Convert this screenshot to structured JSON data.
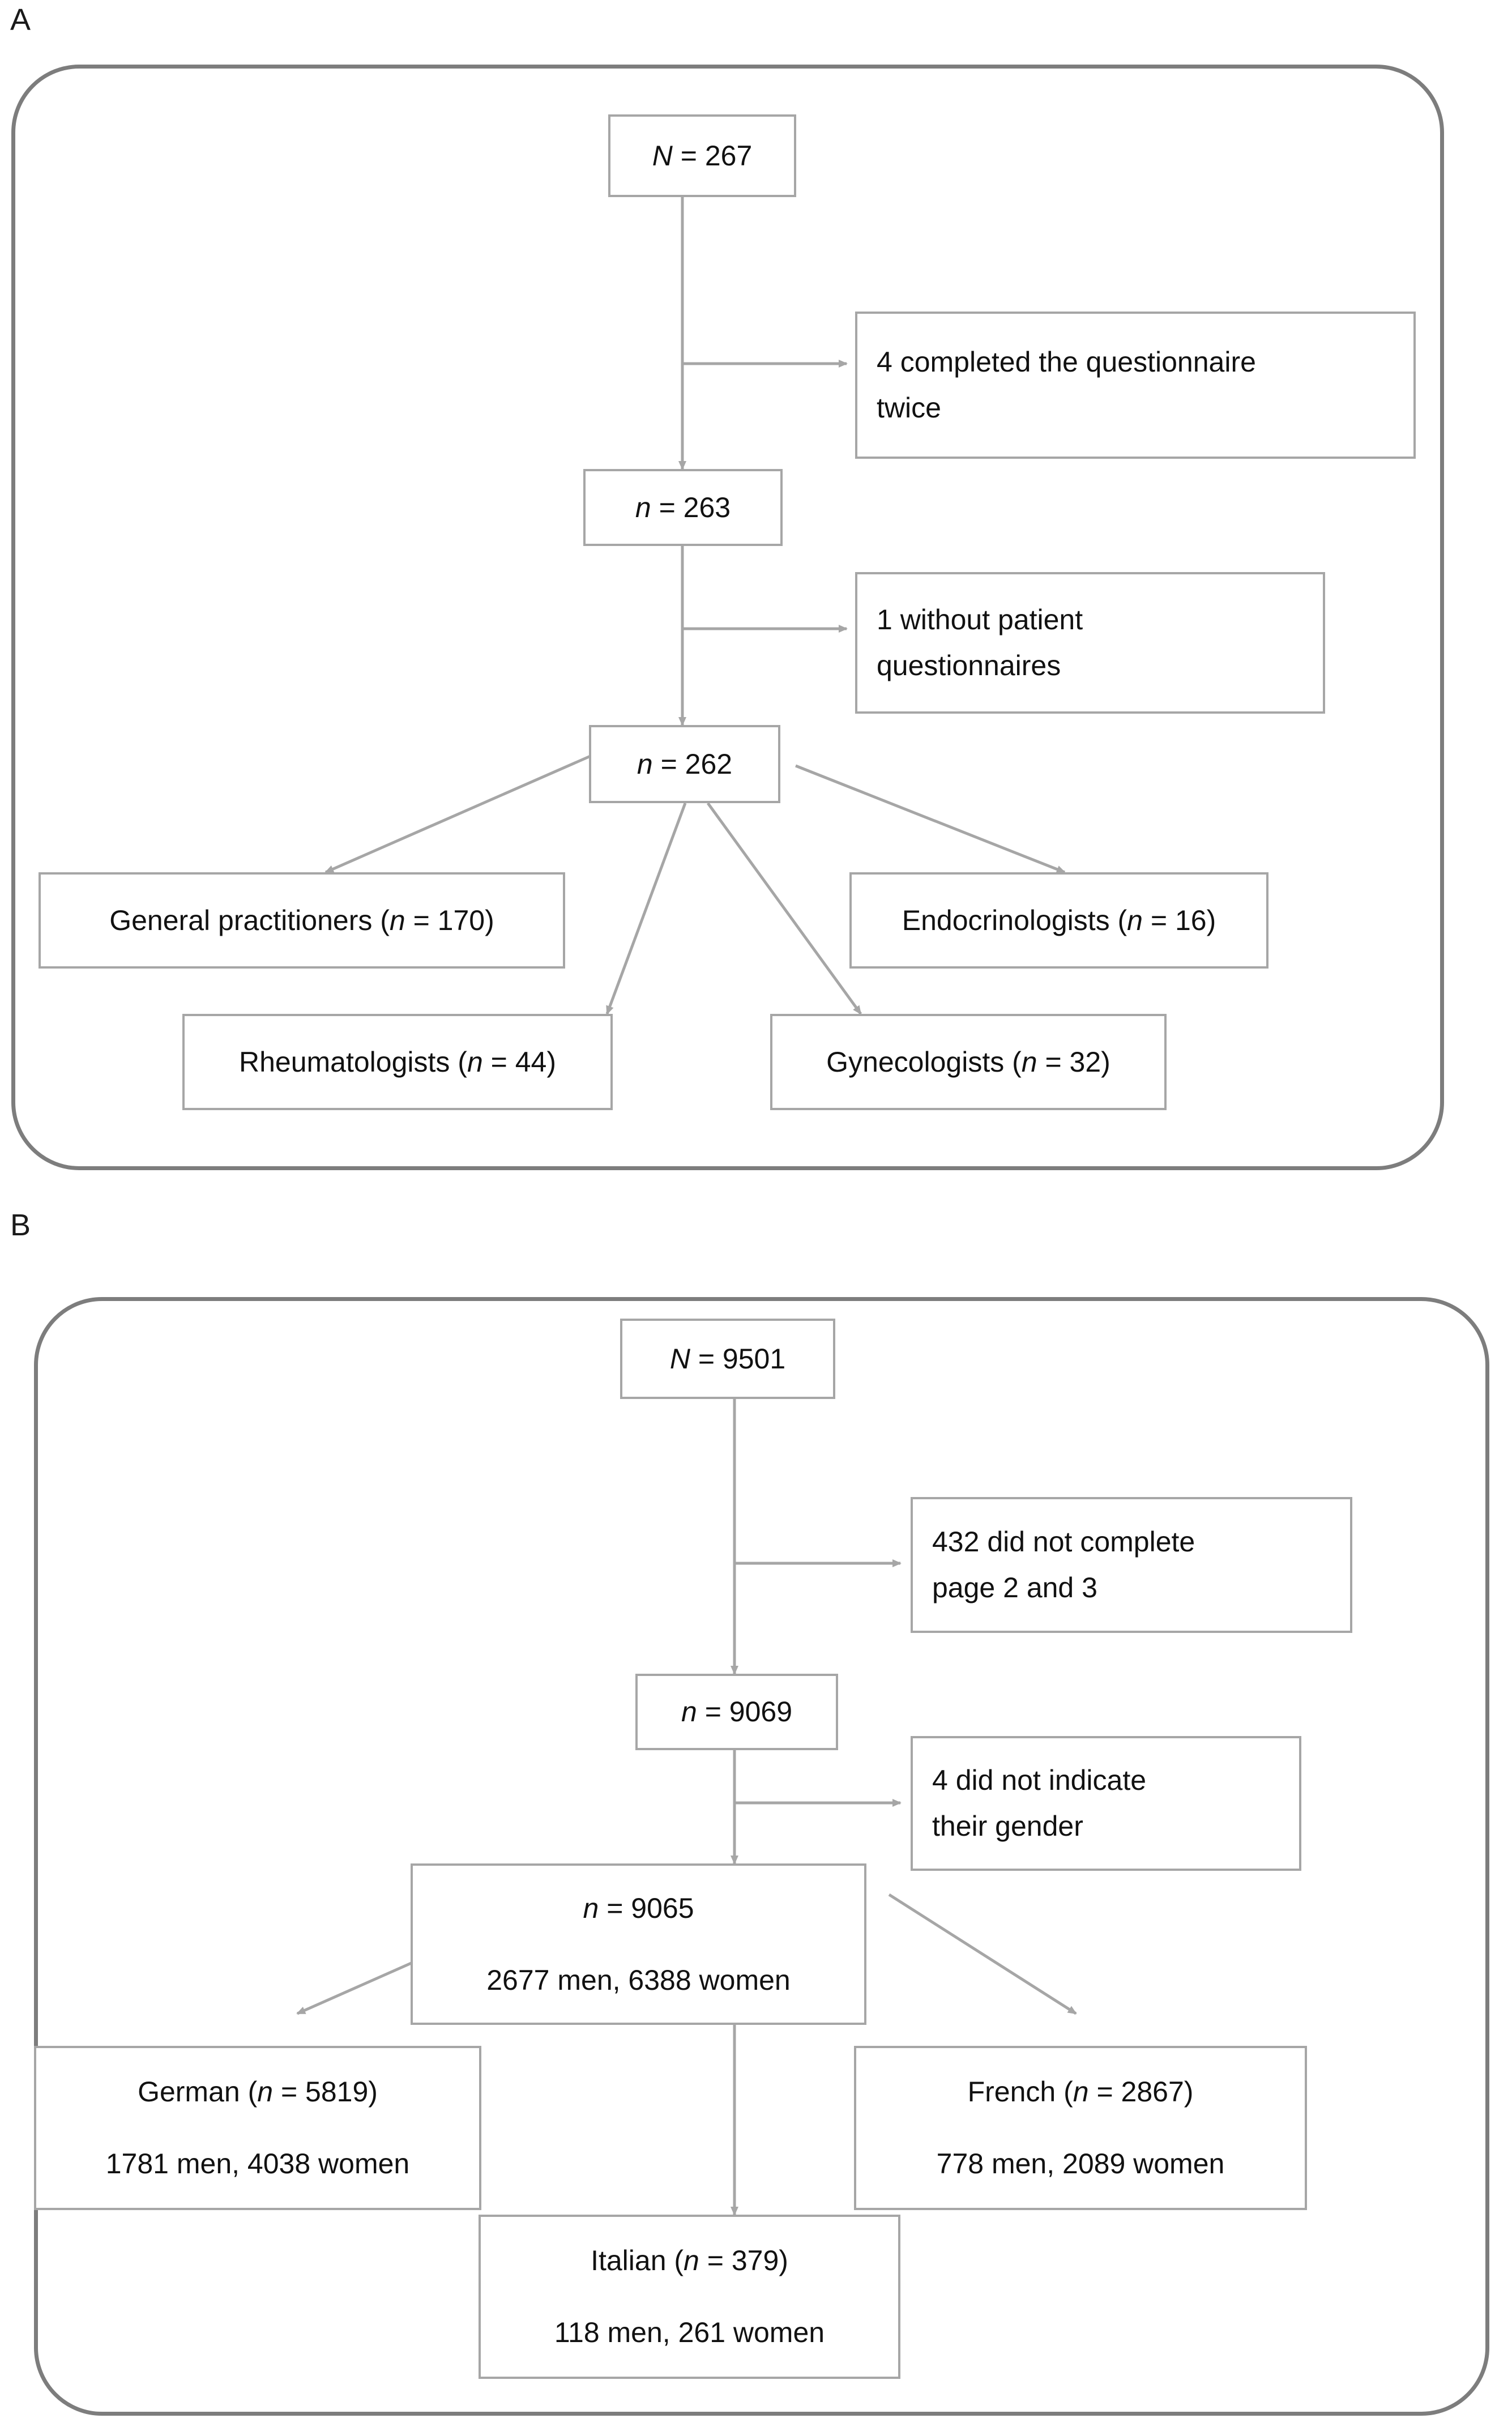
{
  "figure": {
    "type": "flow-diagram",
    "panels": [
      {
        "letter": "A",
        "nodes": [
          {
            "id": "a-total",
            "lines": [
              "N = 267"
            ]
          },
          {
            "id": "a-excl-1",
            "lines": [
              "4 completed the questionnaire",
              "twice"
            ]
          },
          {
            "id": "a-n263",
            "lines": [
              "n = 263"
            ]
          },
          {
            "id": "a-excl-2",
            "lines": [
              "1 without patient",
              "questionnaires"
            ]
          },
          {
            "id": "a-n262",
            "lines": [
              "n = 262"
            ]
          },
          {
            "id": "a-gp",
            "lines": [
              "General practitioners (n = 170)"
            ]
          },
          {
            "id": "a-endo",
            "lines": [
              "Endocrinologists (n = 16)"
            ]
          },
          {
            "id": "a-rheum",
            "lines": [
              "Rheumatologists (n = 44)"
            ]
          },
          {
            "id": "a-gyn",
            "lines": [
              "Gynecologists (n = 32)"
            ]
          }
        ]
      },
      {
        "letter": "B",
        "nodes": [
          {
            "id": "b-total",
            "lines": [
              "N = 9501"
            ]
          },
          {
            "id": "b-excl-1",
            "lines": [
              "432 did not complete",
              "page 2 and 3"
            ]
          },
          {
            "id": "b-n9069",
            "lines": [
              "n = 9069"
            ]
          },
          {
            "id": "b-excl-2",
            "lines": [
              "4 did not indicate",
              "their gender"
            ]
          },
          {
            "id": "b-n9065",
            "lines": [
              "n = 9065",
              "2677 men, 6388 women"
            ]
          },
          {
            "id": "b-german",
            "lines": [
              "German (n = 5819)",
              "1781 men, 4038 women"
            ]
          },
          {
            "id": "b-french",
            "lines": [
              "French (n = 2867)",
              "778 men, 2089 women"
            ]
          },
          {
            "id": "b-italian",
            "lines": [
              "Italian (n = 379)",
              "118 men, 261 women"
            ]
          }
        ]
      }
    ]
  },
  "panelA": {
    "letter": "A",
    "total": "N = 267",
    "total_prefix": "N",
    "total_value": " = 267",
    "excluded1_line1": "4 completed the questionnaire",
    "excluded1_line2": "twice",
    "n263_prefix": "n",
    "n263_value": " = 263",
    "excluded2_line1": "1 without patient",
    "excluded2_line2": "questionnaires",
    "n262_prefix": "n",
    "n262_value": " = 262",
    "gp_label": "General practitioners (",
    "gp_italic": "n",
    "gp_tail": " = 170)",
    "endo_label": "Endocrinologists (",
    "endo_italic": "n",
    "endo_tail": " = 16)",
    "rheum_label": "Rheumatologists (",
    "rheum_italic": "n",
    "rheum_tail": " = 44)",
    "gyn_label": "Gynecologists (",
    "gyn_italic": "n",
    "gyn_tail": " = 32)"
  },
  "panelB": {
    "letter": "B",
    "total_prefix": "N",
    "total_value": " = 9501",
    "excluded1_line1": "432 did not complete",
    "excluded1_line2": "page 2 and 3",
    "n9069_prefix": "n",
    "n9069_value": " = 9069",
    "excluded2_line1": "4 did not indicate",
    "excluded2_line2": "their gender",
    "n9065_prefix": "n",
    "n9065_value": " = 9065",
    "n9065_detail": "2677 men, 6388 women",
    "german_label": "German (",
    "german_italic": "n",
    "german_tail": " = 5819)",
    "german_detail": "1781 men, 4038 women",
    "french_label": "French (",
    "french_italic": "n",
    "french_tail": " = 2867)",
    "french_detail": "778 men, 2089 women",
    "italian_label": "Italian (",
    "italian_italic": "n",
    "italian_tail": " = 379)",
    "italian_detail": "118 men, 261 women"
  },
  "colors": {
    "frame_border": "#7d7d7d",
    "node_border": "#a6a6a6",
    "connector": "#a6a6a6",
    "text": "#111111",
    "background": "#ffffff"
  }
}
